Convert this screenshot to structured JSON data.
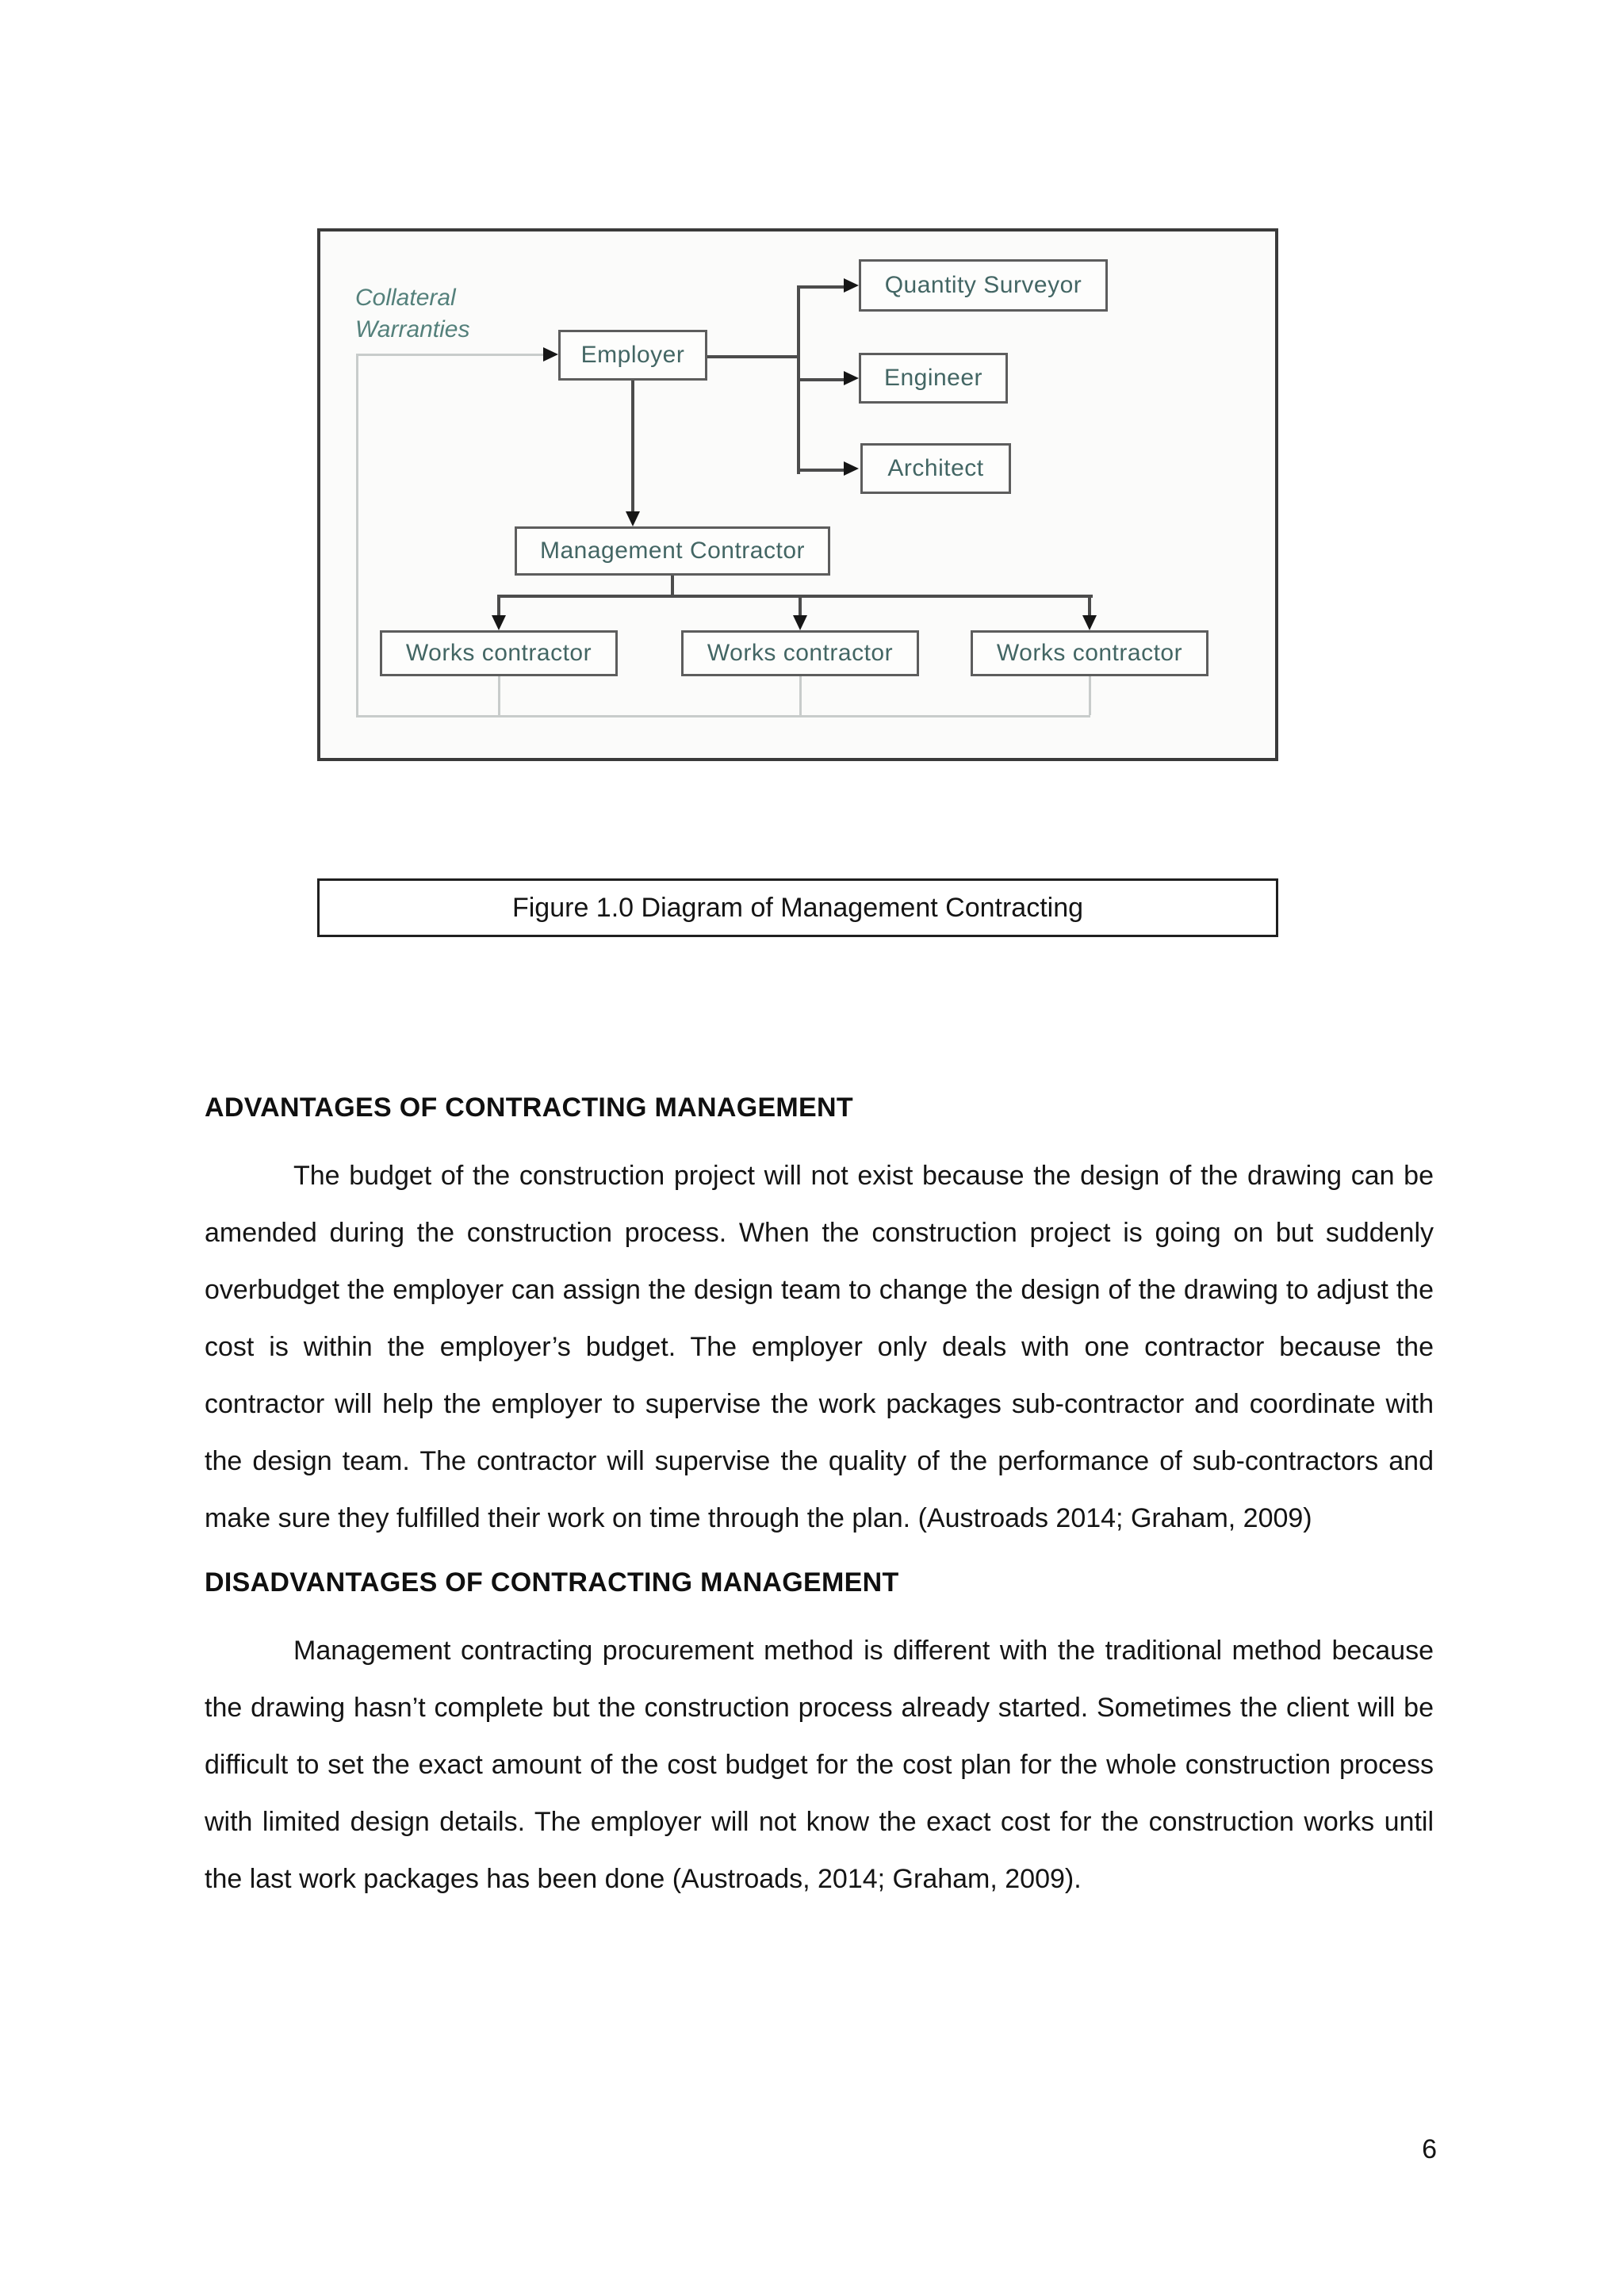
{
  "figure": {
    "collateral_label": "Collateral Warranties",
    "nodes": {
      "employer": "Employer",
      "quantity_surveyor": "Quantity Surveyor",
      "engineer": "Engineer",
      "architect": "Architect",
      "management_contractor": "Management Contractor",
      "works_contractor_1": "Works contractor",
      "works_contractor_2": "Works contractor",
      "works_contractor_3": "Works contractor"
    },
    "caption": "Figure 1.0 Diagram of Management Contracting"
  },
  "sections": {
    "advantages": {
      "heading": "ADVANTAGES OF CONTRACTING MANAGEMENT",
      "body": "The budget of the construction project will not exist because the design of the drawing can be amended during the construction process. When the construction project is going on but suddenly overbudget the employer can assign the design team to change the design of the drawing to adjust the cost is within the employer’s budget. The employer only deals with one contractor because the contractor will help the employer to supervise the work packages sub-contractor and coordinate with the design team. The contractor will supervise the quality of the performance of sub-contractors and make sure they fulfilled their work on time through the plan. (Austroads 2014; Graham, 2009)"
    },
    "disadvantages": {
      "heading": "DISADVANTAGES OF CONTRACTING MANAGEMENT",
      "body": "Management contracting procurement method is different with the traditional method because the drawing hasn’t complete but the construction process already started. Sometimes the client will be difficult to set the exact amount of the cost budget for the cost plan for the whole construction process with limited design details. The employer will not know the exact cost for the construction works until the last work packages has been done (Austroads, 2014; Graham, 2009)."
    }
  },
  "page_number": "6",
  "colors": {
    "node_label_teal": "#436664",
    "collateral_label_teal": "#54807b",
    "connector_dark": "#4c4c4c",
    "connector_light": "#c8cccb"
  }
}
